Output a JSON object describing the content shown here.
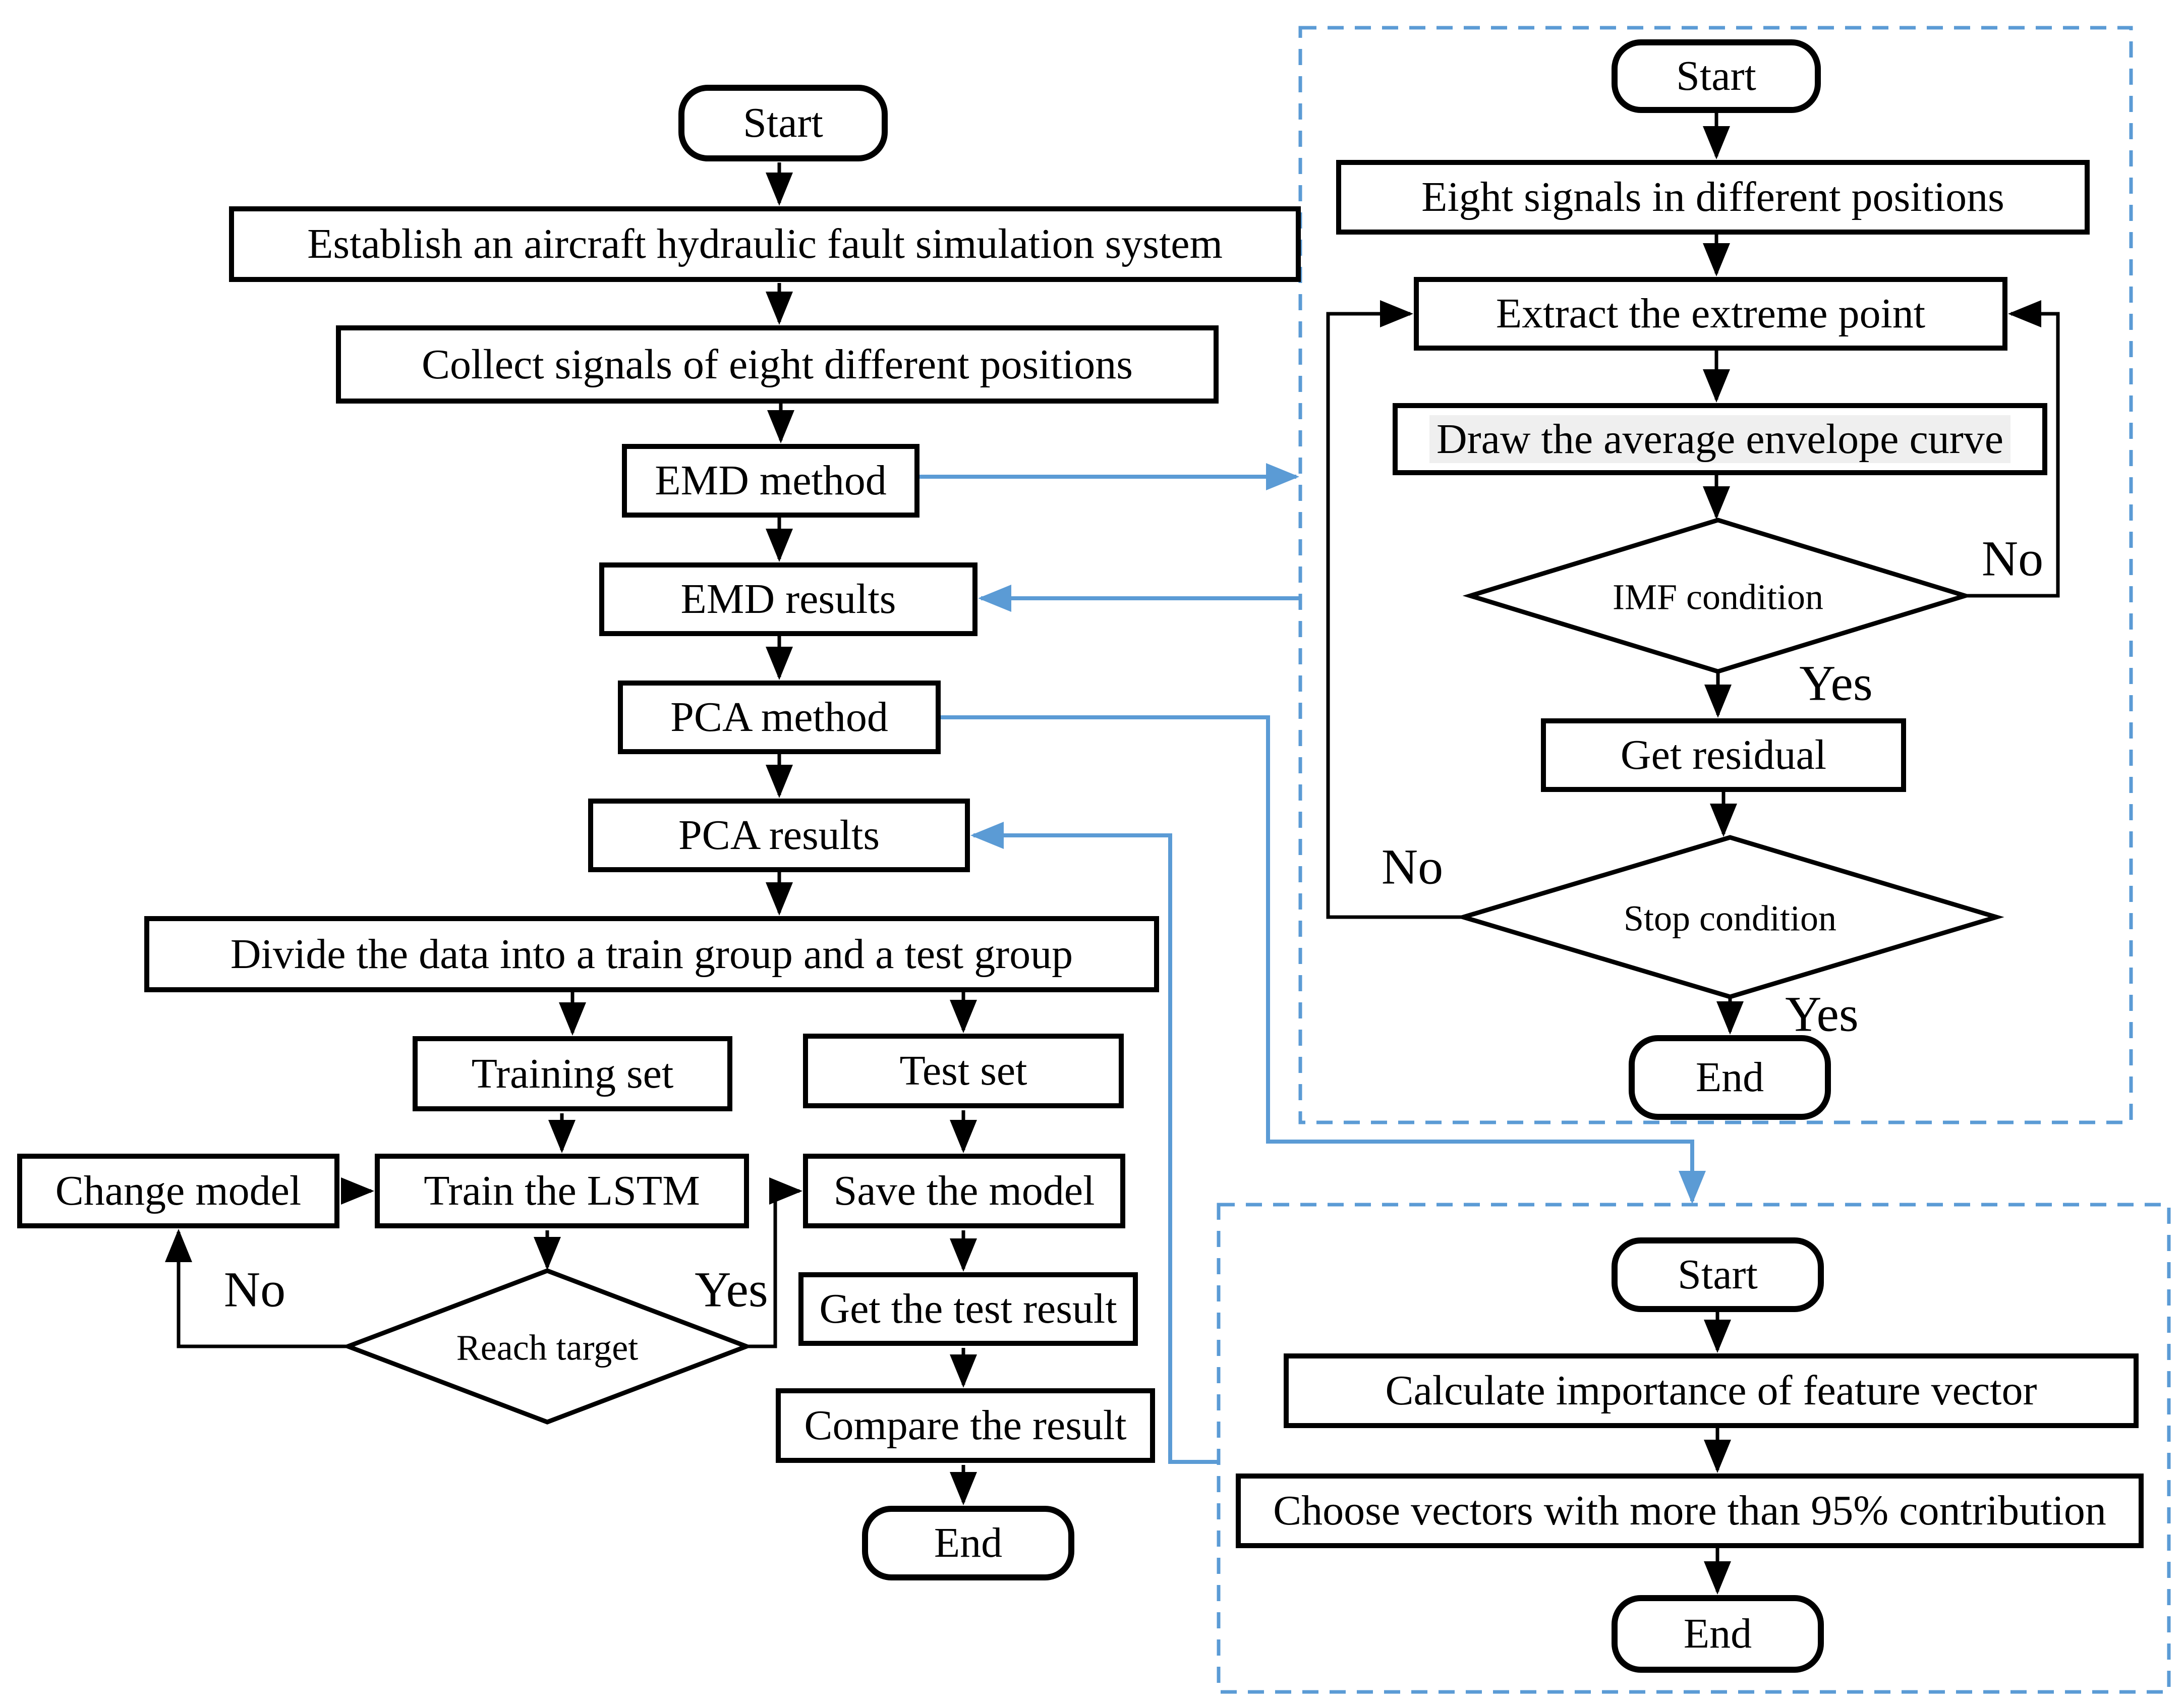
{
  "figure": {
    "type": "flowchart",
    "background": "#ffffff",
    "accent_blue": "#5b9bd5",
    "line_color": "#000000"
  },
  "main_flow": {
    "start": "Start",
    "establish_system": "Establish an aircraft hydraulic fault simulation system",
    "collect_signals": "Collect signals of eight different positions",
    "emd_method": "EMD method",
    "emd_results": "EMD results",
    "pca_method": "PCA method",
    "pca_results": "PCA results",
    "divide_data": "Divide the data into a train group and a test group",
    "training_set": "Training set",
    "test_set": "Test set",
    "change_model": "Change model",
    "train_lstm": "Train the LSTM",
    "reach_target": "Reach target",
    "reach_no": "No",
    "reach_yes": "Yes",
    "save_model": "Save the model",
    "get_test_result": "Get the test result",
    "compare_result": "Compare the result",
    "end": "End"
  },
  "emd_subprocess": {
    "start": "Start",
    "eight_signals": "Eight signals in different positions",
    "extract_extreme_point": "Extract the extreme point",
    "draw_envelope": "Draw the average envelope curve",
    "imf_condition": "IMF condition",
    "imf_no": "No",
    "imf_yes": "Yes",
    "get_residual": "Get residual",
    "stop_condition": "Stop condition",
    "stop_no": "No",
    "stop_yes": "Yes",
    "end": "End"
  },
  "pca_subprocess": {
    "start": "Start",
    "calculate_importance": "Calculate importance of feature vector",
    "choose_vectors": "Choose vectors with more than 95% contribution",
    "end": "End"
  }
}
